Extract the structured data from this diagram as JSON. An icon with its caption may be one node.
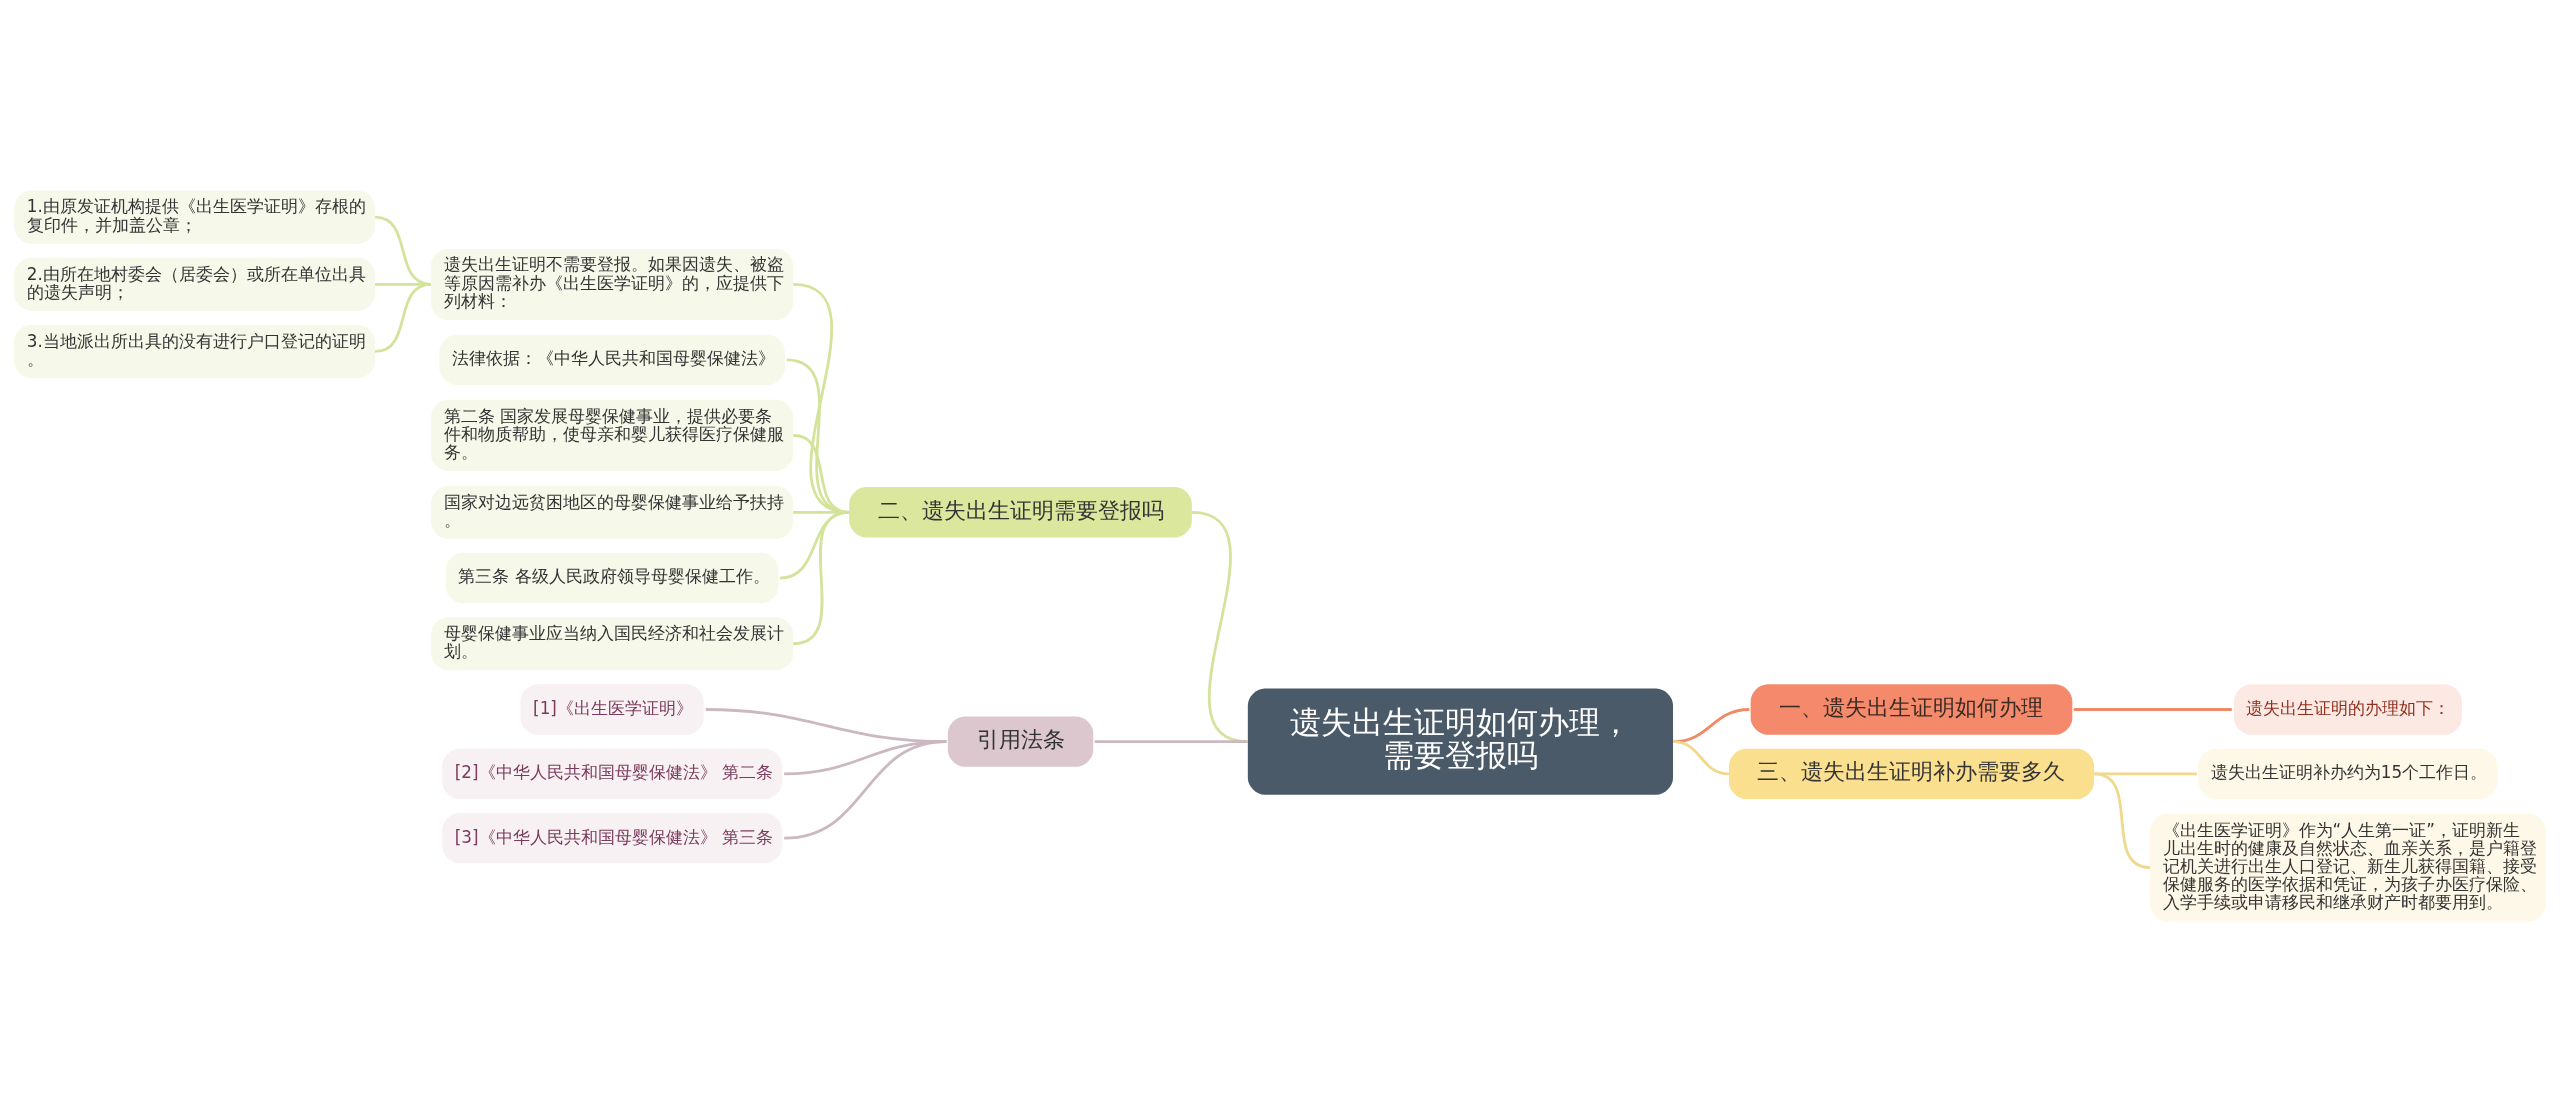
{
  "diagram": {
    "nodes": [
      {
        "text": [
          "遗失出生证明如何办理，需要登报吗"
        ]
      },
      {
        "text": [
          "一、遗失出生证明如何办理"
        ]
      },
      {
        "text": [
          "遗失出生证明的办理如下："
        ]
      },
      {
        "text": [
          "二、遗失出生证明需要登报吗"
        ]
      },
      {
        "text": [
          "遗失出生证明不需要登报。如果因遗失、被盗等原因需补办《出生医学证明》的，应提供下列材料："
        ]
      },
      {
        "text": [
          "1.由原发证机构提供《出生医学证明》存根的复印件，并加盖公章；"
        ]
      },
      {
        "text": [
          "2.由所在地村委会（居委会）或所在单位出具的遗失声明；"
        ]
      },
      {
        "text": [
          "3.当地派出所出具的没有进行户口登记的证明。"
        ]
      },
      {
        "text": [
          "法律依据：《中华人民共和国母婴保健法》"
        ]
      },
      {
        "text": [
          "第二条 国家发展母婴保健事业，提供必要条件和物质帮助，使母亲和婴儿获得医疗保健服务。"
        ]
      },
      {
        "text": [
          "国家对边远贫困地区的母婴保健事业给予扶持。"
        ]
      },
      {
        "text": [
          "第三条 各级人民政府领导母婴保健工作。"
        ]
      },
      {
        "text": [
          "母婴保健事业应当纳入国民经济和社会发展计划。"
        ]
      },
      {
        "text": [
          "三、遗失出生证明补办需要多久"
        ]
      },
      {
        "text": [
          "遗失出生证明补办约为15个工作日。"
        ]
      },
      {
        "text": [
          "《出生医学证明》作为“人生第一证”，证明新生儿出生时的健康及自然状态、血亲关系，是户籍登记机关进行出生人口登记、新生儿获得国籍、接受保健服务的医学依据和凭证，为孩子办医疗保险、入学手续或申请移民和继承财产时都要用到。"
        ]
      },
      {
        "text": [
          "引用法条"
        ]
      },
      {
        "text": [
          "[1]《出生医学证明》"
        ]
      },
      {
        "text": [
          "[2]《中华人民共和国母婴保健法》 第二条"
        ]
      },
      {
        "text": [
          "[3]《中华人民共和国母婴保健法》 第三条"
        ]
      }
    ],
    "edges": [
      {
        "from": 0,
        "to": 1,
        "arrow": "none",
        "color": "#ef8a66"
      },
      {
        "from": 1,
        "to": 2,
        "arrow": "none",
        "color": "#ef8a66"
      },
      {
        "from": 0,
        "to": 3,
        "arrow": "none"
      },
      {
        "from": 3,
        "to": 4,
        "arrow": "none"
      },
      {
        "from": 4,
        "to": 5,
        "arrow": "none"
      },
      {
        "from": 4,
        "to": 6,
        "arrow": "none"
      },
      {
        "from": 4,
        "to": 7,
        "arrow": "none"
      },
      {
        "from": 3,
        "to": 8,
        "arrow": "none"
      },
      {
        "from": 3,
        "to": 9,
        "arrow": "none"
      },
      {
        "from": 3,
        "to": 10,
        "arrow": "none"
      },
      {
        "from": 3,
        "to": 11,
        "arrow": "none"
      },
      {
        "from": 3,
        "to": 12,
        "arrow": "none"
      },
      {
        "from": 0,
        "to": 13,
        "arrow": "none",
        "color": "#f0d88c"
      },
      {
        "from": 13,
        "to": 14,
        "arrow": "none",
        "color": "#f0d88c"
      },
      {
        "from": 13,
        "to": 15,
        "arrow": "none",
        "color": "#f0d88c"
      },
      {
        "from": 0,
        "to": 16,
        "arrow": "none",
        "color": "#cbb8c1"
      },
      {
        "from": 16,
        "to": 17,
        "arrow": "none",
        "color": "#cbb8c1"
      },
      {
        "from": 16,
        "to": 18,
        "arrow": "none",
        "color": "#cbb8c1"
      },
      {
        "from": 16,
        "to": 19,
        "arrow": "none",
        "color": "#cbb8c1"
      }
    ]
  }
}
